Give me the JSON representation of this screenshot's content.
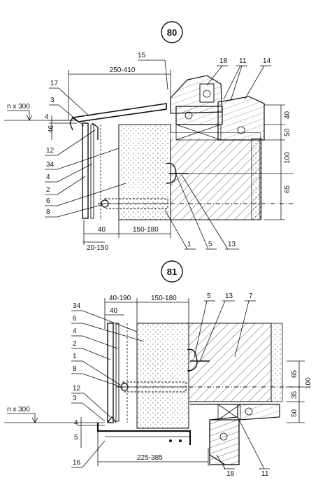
{
  "detail_80": {
    "number": "80",
    "dims": {
      "top_width": "250-410",
      "n_x_300": "n x 300",
      "d4": "4",
      "d46": "46",
      "d40": "40",
      "d50": "50",
      "d100": "100",
      "d65": "65",
      "bot_40": "40",
      "bot_150_180": "150-180",
      "bot_20_150": "20-150"
    },
    "callouts": {
      "c15": "15",
      "c18": "18",
      "c11": "11",
      "c14": "14",
      "c17": "17",
      "c3": "3",
      "c12": "12",
      "c34": "34",
      "c4": "4",
      "c2": "2",
      "c6": "6",
      "c8": "8",
      "c1": "1",
      "c5": "5",
      "c13": "13"
    }
  },
  "detail_81": {
    "number": "81",
    "dims": {
      "top_40_190": "40-190",
      "top_150_180": "150-180",
      "inner_40": "40",
      "n_x_300": "n x 300",
      "d4": "4",
      "d5": "5",
      "d65": "65",
      "d100": "100",
      "d35": "35",
      "d50": "50",
      "bot_225_385": "225-385"
    },
    "callouts": {
      "c34": "34",
      "c6": "6",
      "c4": "4",
      "c2": "2",
      "c1": "1",
      "c8": "8",
      "c12": "12",
      "c3": "3",
      "c16": "16",
      "c5": "5",
      "c13": "13",
      "c7": "7",
      "c18": "18",
      "c11": "11"
    }
  }
}
